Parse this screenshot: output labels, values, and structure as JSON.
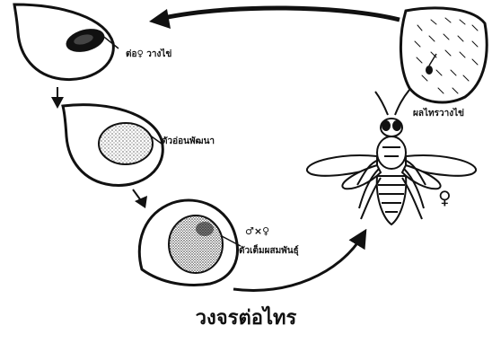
{
  "title": "วงจรต่อไทร",
  "stages": {
    "stage1": "ต่อ♀ วางไข่",
    "stage2": "ตัวอ่อนพัฒนา",
    "stage3_top": "♂×♀",
    "stage3_bottom": "ตัวเต็มผสมพันธุ์",
    "fig": "ผลไทรวางไข่",
    "female_symbol": "♀"
  },
  "colors": {
    "ink": "#111111",
    "background": "#ffffff"
  }
}
